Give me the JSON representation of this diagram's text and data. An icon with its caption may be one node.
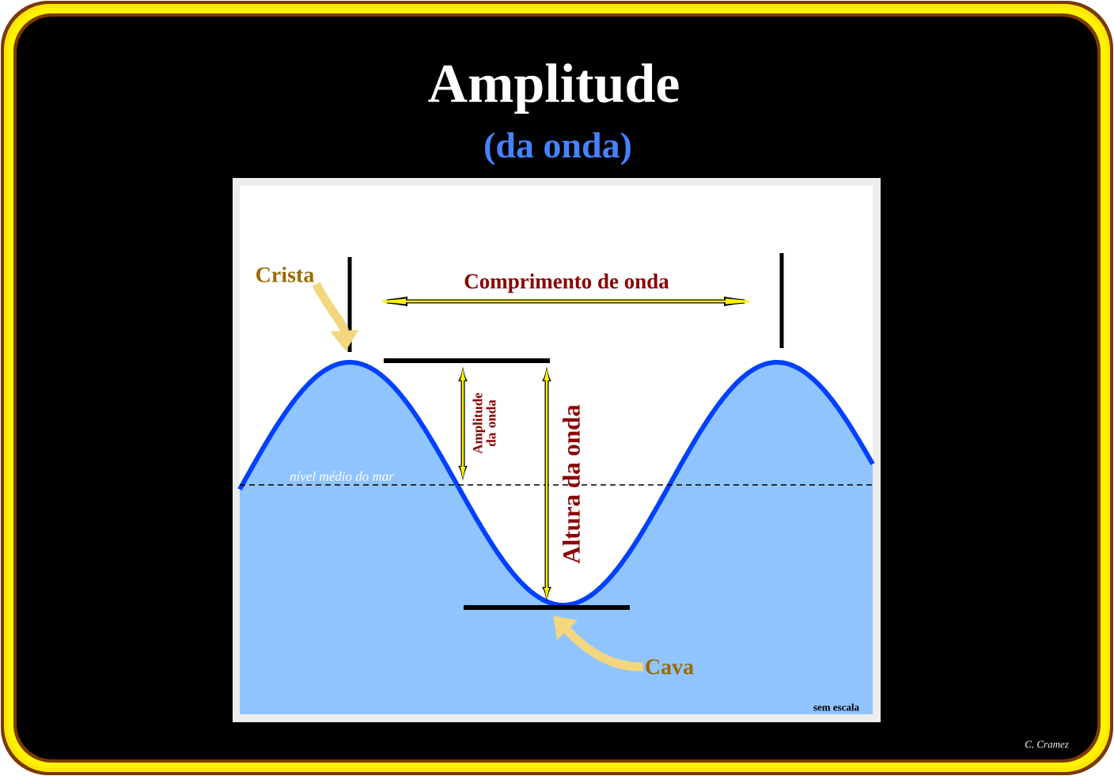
{
  "diagram": {
    "title": "Amplitude",
    "nodes": [
      {
        "text": [
          "Crista"
        ]
      },
      {
        "text": [
          "Cava"
        ]
      }
    ],
    "edges": [
      {
        "from": 0,
        "to": null,
        "arrow": "to"
      },
      {
        "from": 1,
        "to": null,
        "arrow": "to"
      }
    ],
    "labels": [
      "(da onda)",
      "Comprimento de onda",
      "Amplitude da onda",
      "Altura da onda",
      "nível médio do mar",
      "sem escala",
      "C. Cramez"
    ]
  }
}
